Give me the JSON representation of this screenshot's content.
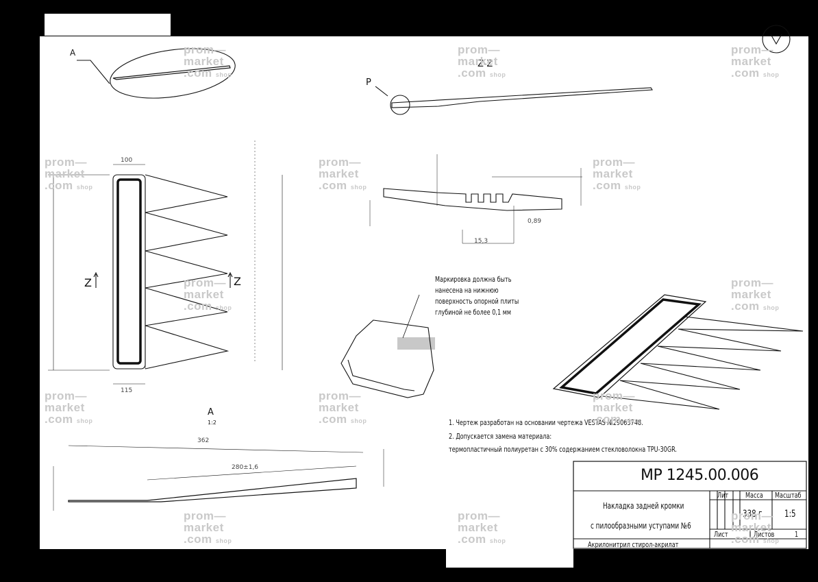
{
  "view_labels": {
    "a_callout": "A",
    "p_callout": "P",
    "z_section": "Z-Z",
    "z_left": "Z",
    "z_right": "Z",
    "view_a": "A",
    "view_a_scale": "1:2"
  },
  "marking_note": [
    "Маркировка должна быть",
    "нанесена на нижнюю",
    "поверхность опорной плиты",
    "глубиной не более 0,1 мм"
  ],
  "notes": [
    "1. Чертеж разработан на основании чертежа VESTAS №29063748.",
    "2. Допускается замена материала:",
    "термопластичный полиуретан с 30% содержанием стекловолокна TPU-30GR."
  ],
  "title_block": {
    "designation": "МР 1245.00.006",
    "name_line1": "Накладка задней кромки",
    "name_line2": "с пилообразными уступами №6",
    "lit_label": "Лит",
    "mass_label": "Масса",
    "scale_label": "Масштаб",
    "mass_value": "338 г",
    "scale_value": "1:5",
    "sheet_label": "Лист",
    "sheets_label": "Листов",
    "sheets_value": "1",
    "material": "Акрилонитрил стирол-акрилат"
  },
  "watermark": {
    "line1": "prom—",
    "line2": "market",
    "line3": ".com",
    "suffix": "shop"
  }
}
